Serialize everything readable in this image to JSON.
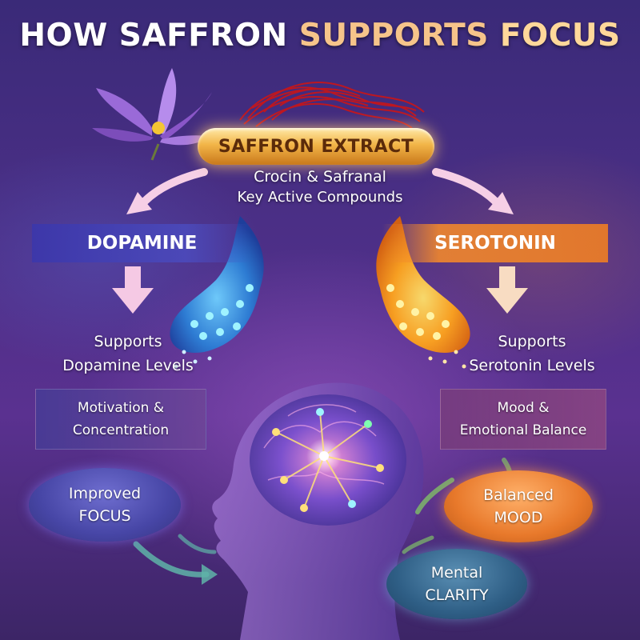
{
  "title": {
    "part1": "HOW SAFFRON",
    "part2": "SUPPORTS",
    "part3": "FOCUS"
  },
  "source": {
    "label": "SAFFRON EXTRACT",
    "line1": "Crocin & Safranal",
    "line2": "Key Active Compounds"
  },
  "left": {
    "neurotransmitter": "DOPAMINE",
    "effect_line1": "Supports",
    "effect_line2": "Dopamine Levels",
    "benefit_line1": "Motivation &",
    "benefit_line2": "Concentration",
    "outcome_line1": "Improved",
    "outcome_line2": "FOCUS"
  },
  "right": {
    "neurotransmitter": "SEROTONIN",
    "effect_line1": "Supports",
    "effect_line2": "Serotonin Levels",
    "benefit_line1": "Mood &",
    "benefit_line2": "Emotional Balance",
    "outcome_line1": "Balanced",
    "outcome_line2": "MOOD"
  },
  "center_outcome": {
    "line1": "Mental",
    "line2": "CLARITY"
  },
  "colors": {
    "background": "#4b2f86",
    "saffron_gold": "#f2b548",
    "dopamine_blue": "#4b4bbf",
    "serotonin_orange": "#e87a28",
    "clarity_teal": "#2f5f86"
  }
}
